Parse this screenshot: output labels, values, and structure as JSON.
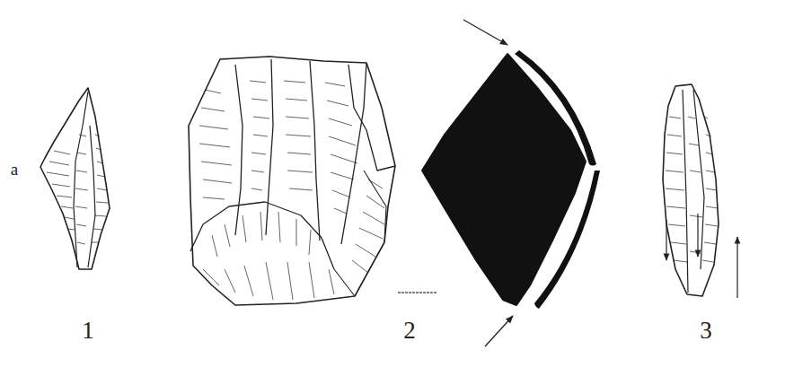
{
  "diagram": {
    "labels": [
      "a",
      "1",
      "2",
      "3"
    ]
  }
}
